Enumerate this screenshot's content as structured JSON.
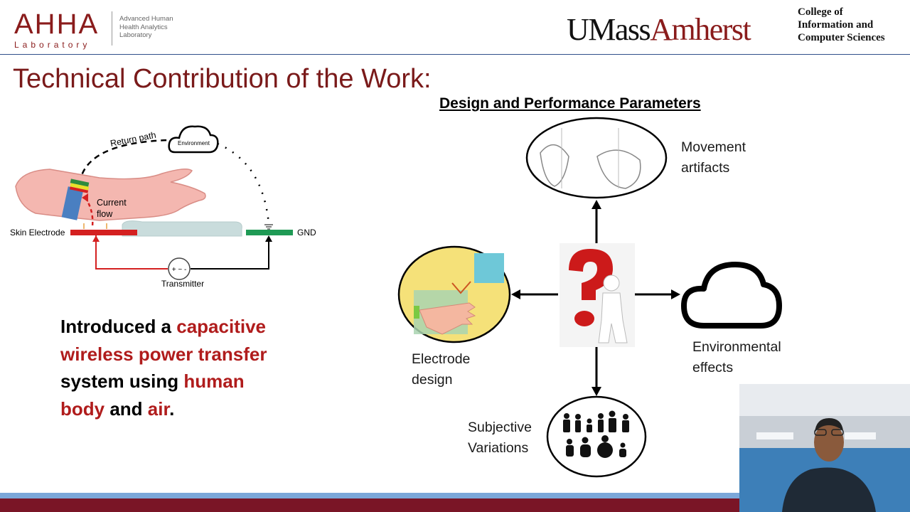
{
  "header": {
    "lab_logo": "AHHA",
    "lab_logo_sub": "Laboratory",
    "lab_name": "Advanced Human\nHealth Analytics\nLaboratory",
    "university_part1": "UMass",
    "university_part2": "Amherst",
    "college": "College of\nInformation and\nComputer Sciences"
  },
  "slide": {
    "title": "Technical Contribution of the Work:",
    "figure": {
      "return_path": "Return path",
      "environment": "Environment",
      "current_flow_line1": "Current",
      "current_flow_line2": "flow",
      "skin_electrode": "Skin Electrode",
      "gnd": "GND",
      "transmitter": "Transmitter",
      "source_symbol": "+ ~ -"
    },
    "intro": {
      "part1": "Introduced a ",
      "part2": "capacitive wireless power transfer",
      "part3": " system using ",
      "part4": "human body",
      "part5": " and ",
      "part6": "air",
      "part7": "."
    },
    "diagram": {
      "heading": "Design and Performance Parameters",
      "movement": "Movement\nartifacts",
      "electrode": "Electrode\ndesign",
      "environmental": "Environmental\neffects",
      "subjective": "Subjective\nVariations"
    }
  },
  "colors": {
    "accent_red": "#8a1c1c",
    "highlight_red": "#b01c1c",
    "footer_blue": "#7ba7d9",
    "footer_maroon": "#7a1526"
  }
}
